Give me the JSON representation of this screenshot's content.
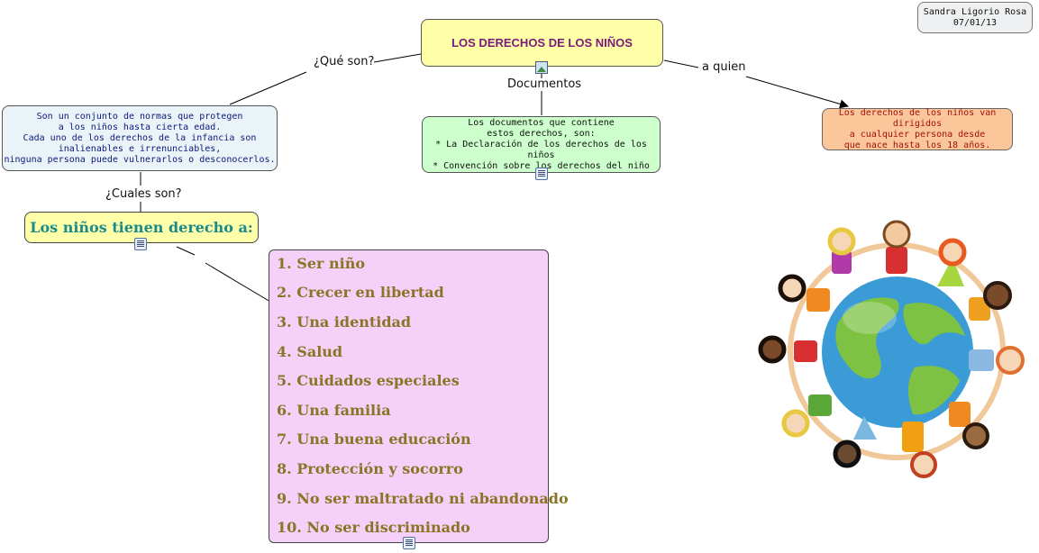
{
  "author_box": {
    "name": "Sandra Ligorio Rosa",
    "date": "07/01/13"
  },
  "central_topic": {
    "title": "LOS DERECHOS DE LOS NIÑOS"
  },
  "links": {
    "que_son": "¿Qué son?",
    "documentos": "Documentos",
    "a_quien": "a quien",
    "cuales_son": "¿Cuales son?"
  },
  "definition_node": {
    "lines": [
      "Son un conjunto de normas que protegen",
      "a los niños hasta cierta edad.",
      "Cada uno de los derechos de la infancia son",
      "inalienables e irrenunciables,",
      "ninguna persona puede vulnerarlos o desconocerlos."
    ]
  },
  "documents_node": {
    "lines": [
      "Los documentos que contiene",
      "estos derechos, son:",
      "* La Declaración de los derechos de los niños",
      "* Convención sobre los derechos del niño"
    ]
  },
  "recipient_node": {
    "lines": [
      "Los derechos de los niños van dirigidos",
      "a cualquier persona desde",
      "que nace hasta los 18 años."
    ]
  },
  "rights_title": {
    "text": "Los niños tienen derecho a:"
  },
  "rights_list": [
    "1.  Ser niño",
    "2.  Crecer en libertad",
    "3.  Una identidad",
    "4.  Salud",
    "5.  Cuidados especiales",
    "6.  Una familia",
    "7.  Una buena educación",
    "8.  Protección y socorro",
    "9.  No ser maltratado ni abandonado",
    "10.  No ser discriminado"
  ],
  "colors": {
    "central_fill": "#ffffa8",
    "definition_fill": "#eaf3f8",
    "documents_fill": "#ccffcc",
    "recipient_fill": "#fbc79a",
    "rights_title_fill": "#ffffaa",
    "rights_list_fill": "#f5d0f8",
    "central_text": "#7a1a7a",
    "definition_text": "#0c1a7a",
    "recipient_text": "#a01010",
    "rights_title_text": "#1a8a8a",
    "rights_list_text": "#8a7426"
  },
  "icons": [
    "image-icon",
    "document-icon"
  ]
}
